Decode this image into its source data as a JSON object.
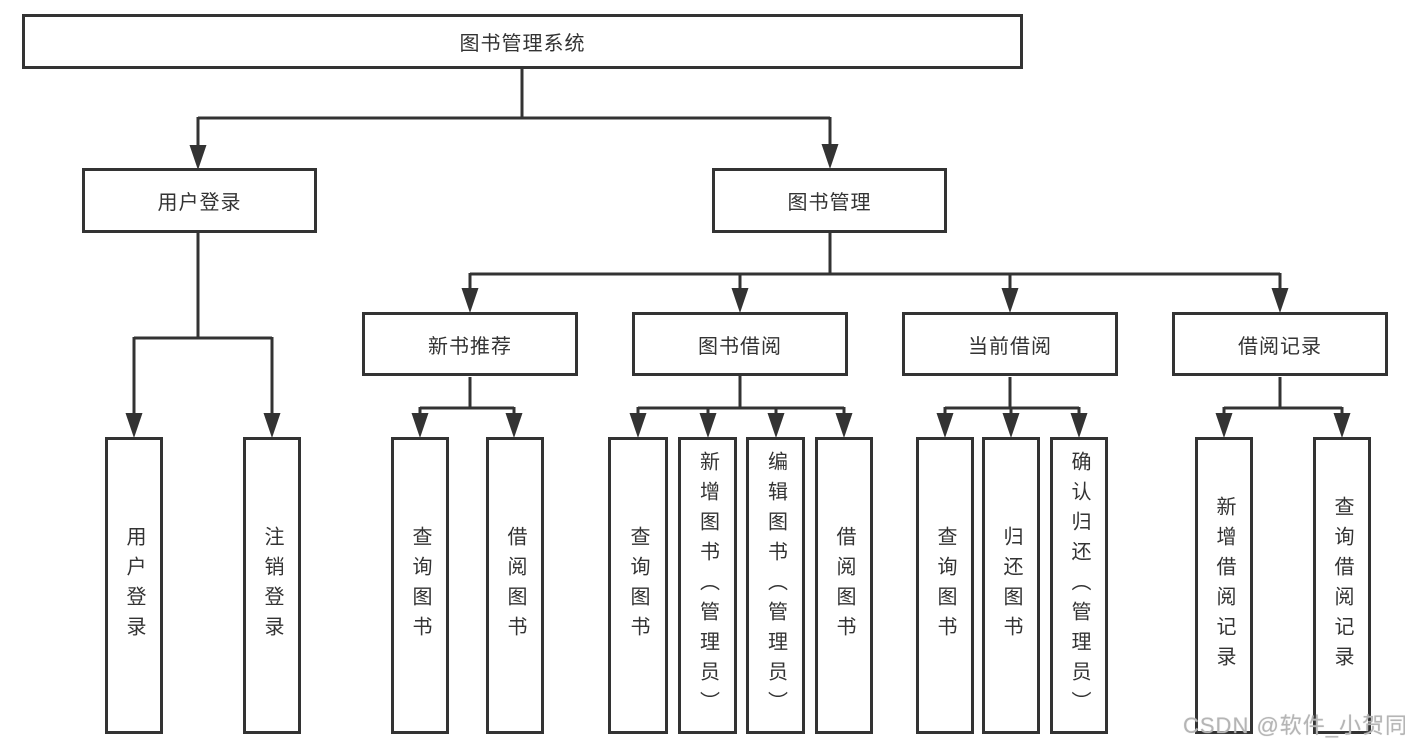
{
  "diagram": {
    "type": "tree",
    "root": {
      "label": "图书管理系统"
    },
    "level2": [
      {
        "id": "user-login",
        "label": "用户登录",
        "parent": "图书管理系统"
      },
      {
        "id": "book-management",
        "label": "图书管理",
        "parent": "图书管理系统"
      }
    ],
    "level3": [
      {
        "id": "new-book-recommend",
        "label": "新书推荐",
        "parent": "图书管理"
      },
      {
        "id": "book-borrow",
        "label": "图书借阅",
        "parent": "图书管理"
      },
      {
        "id": "current-borrow",
        "label": "当前借阅",
        "parent": "图书管理"
      },
      {
        "id": "borrow-records",
        "label": "借阅记录",
        "parent": "图书管理"
      }
    ],
    "leaves": [
      {
        "parent": "用户登录",
        "label": "用户登录"
      },
      {
        "parent": "用户登录",
        "label": "注销登录"
      },
      {
        "parent": "新书推荐",
        "label": "查询图书"
      },
      {
        "parent": "新书推荐",
        "label": "借阅图书"
      },
      {
        "parent": "图书借阅",
        "label": "查询图书"
      },
      {
        "parent": "图书借阅",
        "label": "新增图书（管理员）"
      },
      {
        "parent": "图书借阅",
        "label": "编辑图书（管理员）"
      },
      {
        "parent": "图书借阅",
        "label": "借阅图书"
      },
      {
        "parent": "当前借阅",
        "label": "查询图书"
      },
      {
        "parent": "当前借阅",
        "label": "归还图书"
      },
      {
        "parent": "当前借阅",
        "label": "确认归还（管理员）"
      },
      {
        "parent": "借阅记录",
        "label": "新增借阅记录"
      },
      {
        "parent": "借阅记录",
        "label": "查询借阅记录"
      }
    ]
  },
  "watermark": {
    "text": "CSDN @软件_小贺同学"
  },
  "colors": {
    "line": "#333333",
    "box_border": "#333333",
    "text": "#333333",
    "background": "#ffffff",
    "watermark": "#b5b5b5"
  }
}
